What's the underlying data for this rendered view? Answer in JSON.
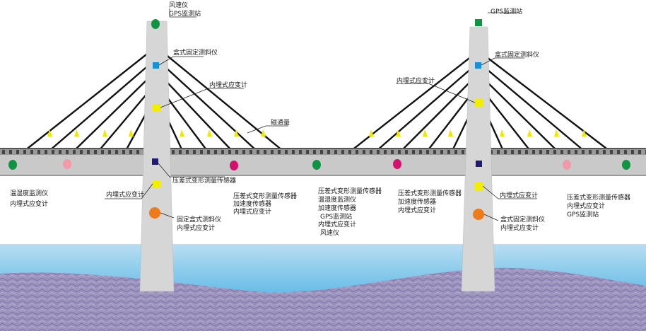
{
  "labels": {
    "anemometer": "风速仪",
    "gps_station": "GPS监测站",
    "box_inclinometer": "盒式固定测斜仪",
    "embedded_strain": "内埋式应变计",
    "magnetic_flux": "磁通量",
    "pressure_deflection": "压差式变形测量传感器",
    "temp_humidity": "温湿度监测仪",
    "accelerometer": "加速度传感器",
    "fixed_box_inclinometer": "固定盒式测斜仪"
  },
  "colors": {
    "tower": "#d4d4d4",
    "deck": "#c8c8c8",
    "cable": "#111111",
    "water_top": "#9fd2ee",
    "water_bottom": "#2fa6df",
    "seabed": "#9a90bb",
    "gps_green": "#109442",
    "inclinometer_blue": "#1b8fd6",
    "strain_yellow": "#f3ee00",
    "deflection_navy": "#1f1c78",
    "accel_pink": "#f29aa8",
    "magenta": "#d4106e",
    "orange": "#ef7a1a"
  }
}
